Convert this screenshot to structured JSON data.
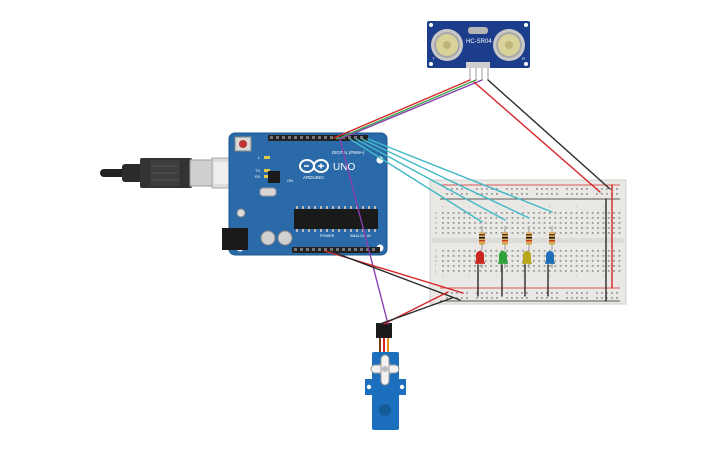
{
  "canvas": {
    "background": "#ffffff"
  },
  "colors": {
    "board": "#2a6aa8",
    "board_edge": "#1f5688",
    "breadboard": "#e9e8e4",
    "sensor_board": "#1c3d8c",
    "wire_red": "#d6262a",
    "wire_black": "#2b2b2b",
    "wire_green": "#3aa84a",
    "wire_purple": "#8a3fb0",
    "wire_cyan": "#43b9c6",
    "led_red": "#c8261f",
    "led_green": "#2fa33a",
    "led_yellow": "#b8a61c",
    "led_blue": "#1e6fb8",
    "servo": "#1b6fbd"
  },
  "arduino": {
    "model_label": "UNO",
    "brand_label": "ARDUINO",
    "digital_header_label": "DIGITAL (PWM~)",
    "power_label": "POWER",
    "analog_label": "ANALOG IN",
    "tx_label": "TX",
    "rx_label": "RX",
    "l_label": "L",
    "on_label": "ON"
  },
  "ultrasonic_sensor": {
    "model_label": "HC-SR04",
    "left_label": "T",
    "right_label": "R"
  },
  "breadboard": {
    "row_letters_top": [
      "a",
      "b",
      "c",
      "d",
      "e"
    ],
    "row_letters_bottom": [
      "f",
      "g",
      "h",
      "i",
      "j"
    ]
  },
  "leds": [
    {
      "color_name": "red"
    },
    {
      "color_name": "green"
    },
    {
      "color_name": "yellow"
    },
    {
      "color_name": "blue"
    }
  ],
  "icons": {
    "usb_cable": "usb-cable-icon",
    "servo_motor": "servo-motor-icon"
  }
}
